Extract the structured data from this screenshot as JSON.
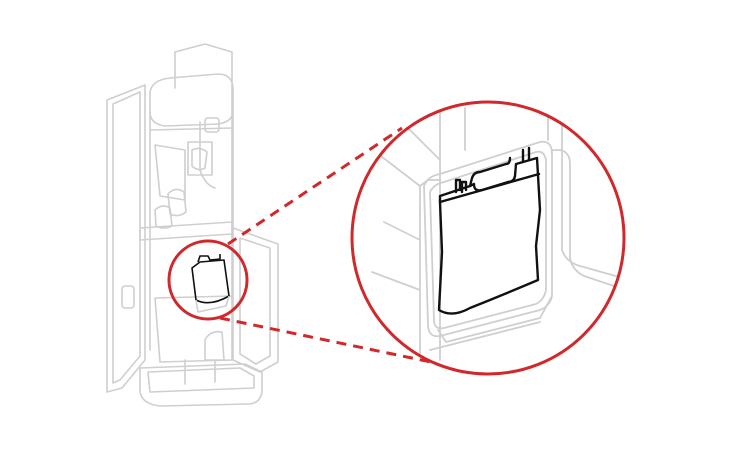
{
  "figure": {
    "type": "line-illustration",
    "subject": "upright-appliance-with-side-door-open",
    "detail_callout": "magnified-filter-pouch"
  },
  "colors": {
    "background": "#ffffff",
    "faint_line": "#cfcfcf",
    "dark_line": "#111111",
    "callout_red": "#d0282b"
  },
  "icons": [
    "magnifier-callout-icon",
    "filter-pouch-icon"
  ]
}
